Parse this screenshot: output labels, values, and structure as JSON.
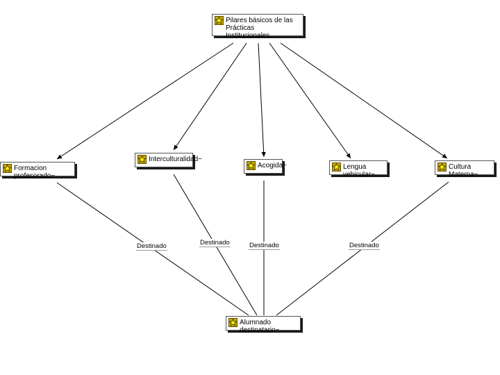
{
  "diagram": {
    "root": {
      "id": "pilares",
      "label": "Pilares básicos de las Prácticas\nInstitucionales",
      "icon": "star-badge-icon"
    },
    "pillars": [
      {
        "id": "formacion",
        "label": "Formacion profesorado~",
        "icon": "star-badge-icon"
      },
      {
        "id": "interculturalidad",
        "label": "Interculturalidad~",
        "icon": "star-badge-icon"
      },
      {
        "id": "acogida",
        "label": "Acogida~",
        "icon": "star-badge-icon"
      },
      {
        "id": "lengua",
        "label": "Lengua vehicular~",
        "icon": "star-badge-icon"
      },
      {
        "id": "cultura",
        "label": "Cultura Materna~",
        "icon": "star-badge-icon"
      }
    ],
    "target": {
      "id": "alumnado",
      "label": "Alumnado destinatario~",
      "icon": "star-badge-icon"
    },
    "links": [
      {
        "from": "pilares",
        "to": "formacion",
        "label": ""
      },
      {
        "from": "pilares",
        "to": "interculturalidad",
        "label": ""
      },
      {
        "from": "pilares",
        "to": "acogida",
        "label": ""
      },
      {
        "from": "pilares",
        "to": "lengua",
        "label": ""
      },
      {
        "from": "pilares",
        "to": "cultura",
        "label": ""
      },
      {
        "from": "formacion",
        "to": "alumnado",
        "label": "Destinado"
      },
      {
        "from": "interculturalidad",
        "to": "alumnado",
        "label": "Destinado"
      },
      {
        "from": "acogida",
        "to": "alumnado",
        "label": "Destinado"
      },
      {
        "from": "cultura",
        "to": "alumnado",
        "label": "Destinado"
      }
    ]
  }
}
